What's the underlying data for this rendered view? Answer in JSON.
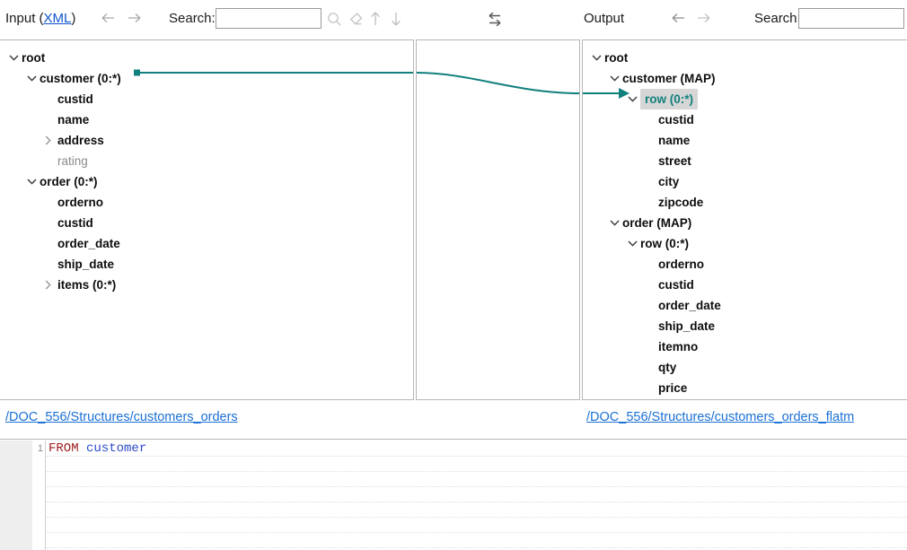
{
  "toolbar": {
    "input_title": "Input (",
    "input_title_link": "XML",
    "input_title_close": ")",
    "input_back_icon": "arrow-left-icon",
    "input_forward_icon": "arrow-right-icon",
    "input_search_label": "Search:",
    "input_search_value": "",
    "input_search_placeholder": "",
    "find_icon": "search-icon",
    "clear_icon": "eraser-icon",
    "prev_icon": "arrow-up-icon",
    "next_icon": "arrow-down-icon",
    "swap_icon": "swap-arrows-icon",
    "output_title": "Output",
    "output_back_icon": "arrow-left-icon",
    "output_forward_icon": "arrow-right-icon",
    "output_search_label": "Search:",
    "output_search_value": "",
    "output_search_placeholder": ""
  },
  "colors": {
    "accent_teal": "#10807d",
    "link_blue": "#1a6fd4",
    "selection_gray": "#d6d6d6",
    "keyword_red": "#9b1b1b",
    "identifier_blue": "#2b49c9"
  },
  "input_tree": {
    "nodes": [
      {
        "label": "root",
        "depth": 0,
        "state": "expanded",
        "style": "bold"
      },
      {
        "label": "customer (0:*)",
        "depth": 1,
        "state": "expanded",
        "style": "bold"
      },
      {
        "label": "custid",
        "depth": 2,
        "state": "leaf",
        "style": "bold"
      },
      {
        "label": "name",
        "depth": 2,
        "state": "leaf",
        "style": "bold"
      },
      {
        "label": "address",
        "depth": 2,
        "state": "collapsed",
        "style": "bold"
      },
      {
        "label": "rating",
        "depth": 2,
        "state": "leaf",
        "style": "plain"
      },
      {
        "label": "order (0:*)",
        "depth": 1,
        "state": "expanded",
        "style": "bold"
      },
      {
        "label": "orderno",
        "depth": 2,
        "state": "leaf",
        "style": "bold"
      },
      {
        "label": "custid",
        "depth": 2,
        "state": "leaf",
        "style": "bold"
      },
      {
        "label": "order_date",
        "depth": 2,
        "state": "leaf",
        "style": "bold"
      },
      {
        "label": "ship_date",
        "depth": 2,
        "state": "leaf",
        "style": "bold"
      },
      {
        "label": "items (0:*)",
        "depth": 2,
        "state": "collapsed",
        "style": "bold"
      }
    ]
  },
  "output_tree": {
    "nodes": [
      {
        "label": "root",
        "depth": 0,
        "state": "expanded",
        "style": "bold"
      },
      {
        "label": "customer (MAP)",
        "depth": 1,
        "state": "expanded",
        "style": "bold"
      },
      {
        "label": "row (0:*)",
        "depth": 2,
        "state": "expanded",
        "style": "selected"
      },
      {
        "label": "custid",
        "depth": 3,
        "state": "leaf",
        "style": "bold"
      },
      {
        "label": "name",
        "depth": 3,
        "state": "leaf",
        "style": "bold"
      },
      {
        "label": "street",
        "depth": 3,
        "state": "leaf",
        "style": "bold"
      },
      {
        "label": "city",
        "depth": 3,
        "state": "leaf",
        "style": "bold"
      },
      {
        "label": "zipcode",
        "depth": 3,
        "state": "leaf",
        "style": "bold"
      },
      {
        "label": "order (MAP)",
        "depth": 1,
        "state": "expanded",
        "style": "bold"
      },
      {
        "label": "row (0:*)",
        "depth": 2,
        "state": "expanded",
        "style": "bold"
      },
      {
        "label": "orderno",
        "depth": 3,
        "state": "leaf",
        "style": "bold"
      },
      {
        "label": "custid",
        "depth": 3,
        "state": "leaf",
        "style": "bold"
      },
      {
        "label": "order_date",
        "depth": 3,
        "state": "leaf",
        "style": "bold"
      },
      {
        "label": "ship_date",
        "depth": 3,
        "state": "leaf",
        "style": "bold"
      },
      {
        "label": "itemno",
        "depth": 3,
        "state": "leaf",
        "style": "bold"
      },
      {
        "label": "qty",
        "depth": 3,
        "state": "leaf",
        "style": "bold"
      },
      {
        "label": "price",
        "depth": 3,
        "state": "leaf",
        "style": "bold"
      }
    ]
  },
  "mapping": {
    "source_node": "customer (0:*)",
    "target_node": "row (0:*)"
  },
  "links": {
    "input_path": "/DOC_556/Structures/customers_orders",
    "output_path": "/DOC_556/Structures/customers_orders_flatm"
  },
  "editor": {
    "line_numbers": [
      "1"
    ],
    "lines": [
      {
        "keyword": "FROM",
        "identifier": "customer"
      }
    ]
  }
}
